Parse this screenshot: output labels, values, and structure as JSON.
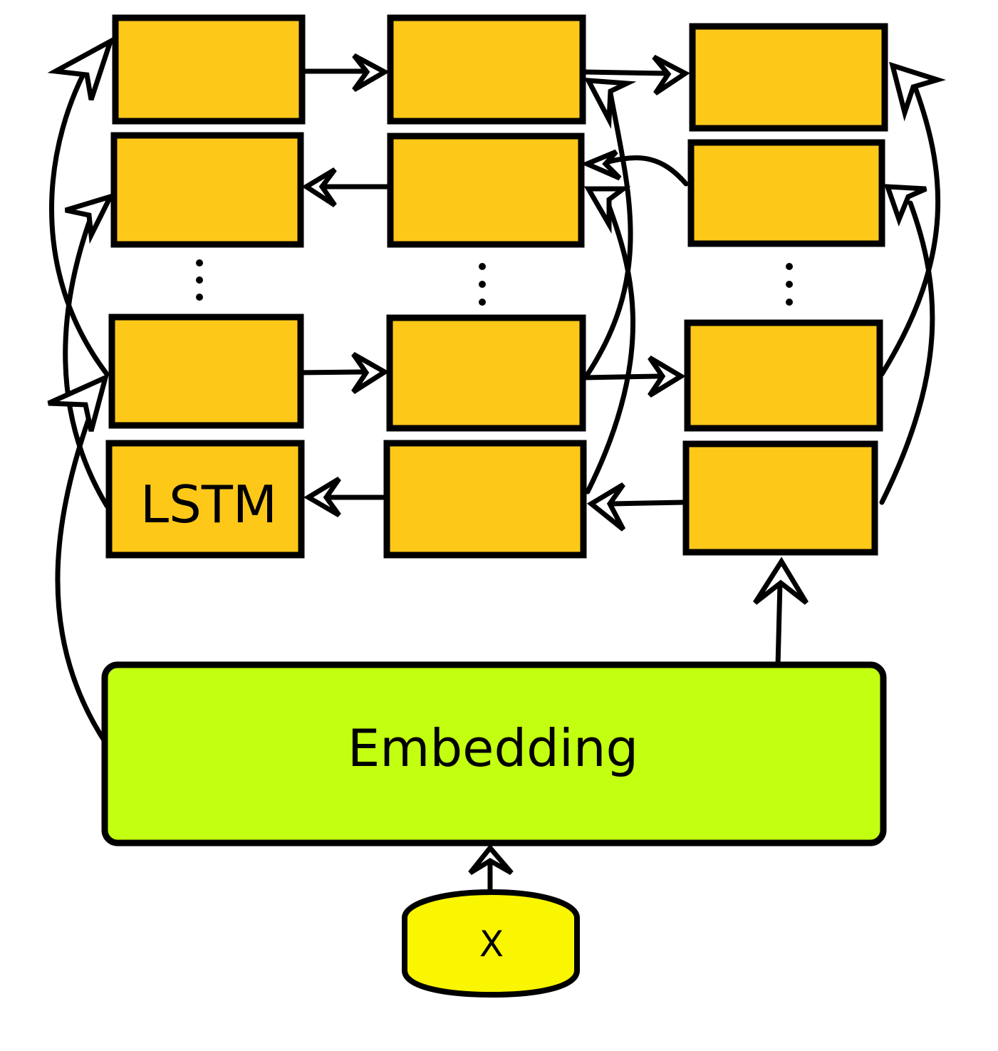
{
  "labels": {
    "lstm": "LSTM",
    "embedding": "Embedding",
    "input": "X"
  },
  "colors": {
    "lstm_cell": "#FEC819",
    "embedding": "#C3FF10",
    "input": "#FAF500",
    "stroke": "#000000"
  },
  "structure": {
    "columns": 3,
    "layer_pairs_shown": 2,
    "ellipsis": "⋮",
    "directions": [
      "forward",
      "backward"
    ]
  }
}
